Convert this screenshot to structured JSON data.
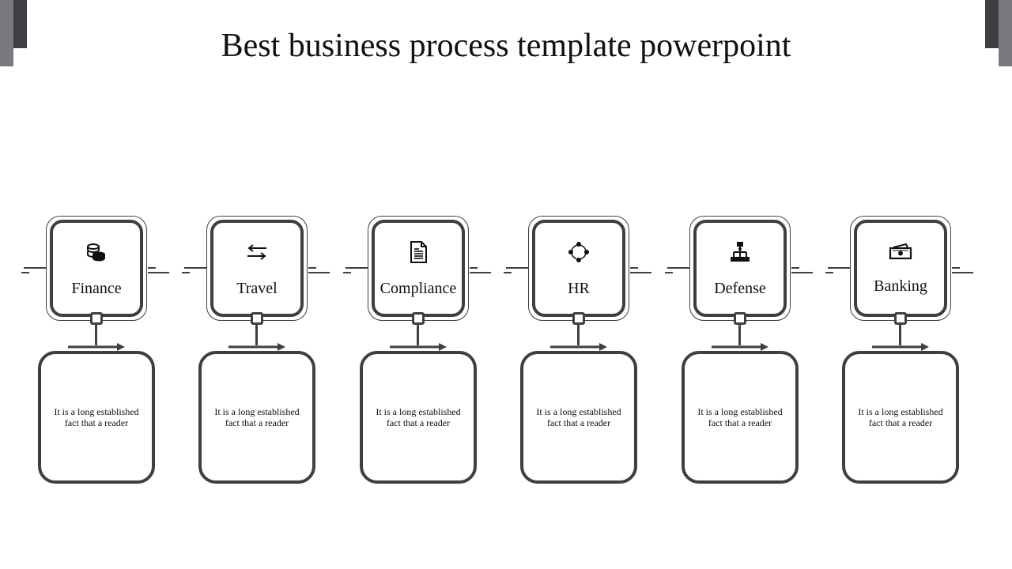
{
  "title": "Best business process template powerpoint",
  "colors": {
    "stroke": "#3f3e44",
    "accent_light": "#7b7980",
    "accent_dark": "#3f3e44",
    "background": "#ffffff"
  },
  "steps": [
    {
      "label": "Finance",
      "icon": "coins-icon",
      "text": "It is  a long established fact that a reader"
    },
    {
      "label": "Travel",
      "icon": "exchange-arrows-icon",
      "text": "It is  a long established fact that a reader"
    },
    {
      "label": "Compliance",
      "icon": "document-icon",
      "text": "It is  a long established fact that a reader"
    },
    {
      "label": "HR",
      "icon": "network-circle-icon",
      "text": "It is  a long established fact that a reader"
    },
    {
      "label": "Defense",
      "icon": "hierarchy-icon",
      "text": "It is  a long established fact that a reader"
    },
    {
      "label": "Banking",
      "icon": "money-bill-icon",
      "text": "It is  a long established fact that a reader"
    }
  ]
}
